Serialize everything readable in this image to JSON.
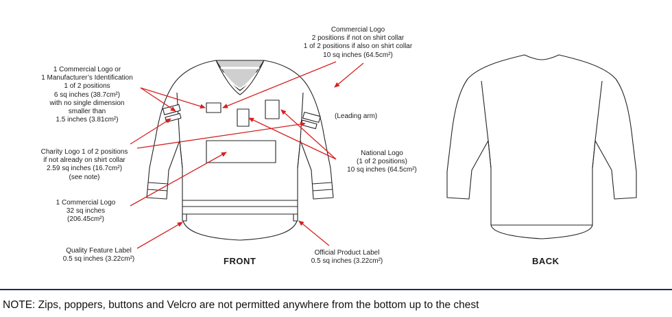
{
  "labels": {
    "commercial_top": [
      "Commercial Logo",
      "2 positions if not on shirt collar",
      "1 of 2 positions if also on shirt collar",
      "10 sq inches (64.5cm²)"
    ],
    "manufacturer": [
      "1 Commercial Logo or",
      "1 Manufacturer’s Identification",
      "1 of 2 positions",
      "6 sq inches (38.7cm²)",
      "with no single dimension",
      "smaller than",
      "1.5 inches (3.81cm²)"
    ],
    "leading_arm": "(Leading arm)",
    "charity": [
      "Charity Logo 1 of 2 positions",
      "if not already on shirt collar",
      "2.59 sq inches (16.7cm²)",
      "(see note)"
    ],
    "national": [
      "National Logo",
      "(1 of 2 positions)",
      "10 sq inches (64.5cm²)"
    ],
    "commercial_chest": [
      "1 Commercial Logo",
      "32 sq inches",
      "(206.45cm²)"
    ],
    "quality": [
      "Quality Feature Label",
      "0.5 sq inches (3.22cm²)"
    ],
    "official": [
      "Official Product Label",
      "0.5 sq inches (3.22cm²)"
    ]
  },
  "views": {
    "front": "FRONT",
    "back": "BACK"
  },
  "note": "NOTE: Zips, poppers, buttons and Velcro are not permitted anywhere from the bottom up to the chest",
  "colors": {
    "arrow": "#d62020",
    "outline": "#222222",
    "divider": "#1f2a5c",
    "collar_fill": "#cfcfcf"
  }
}
